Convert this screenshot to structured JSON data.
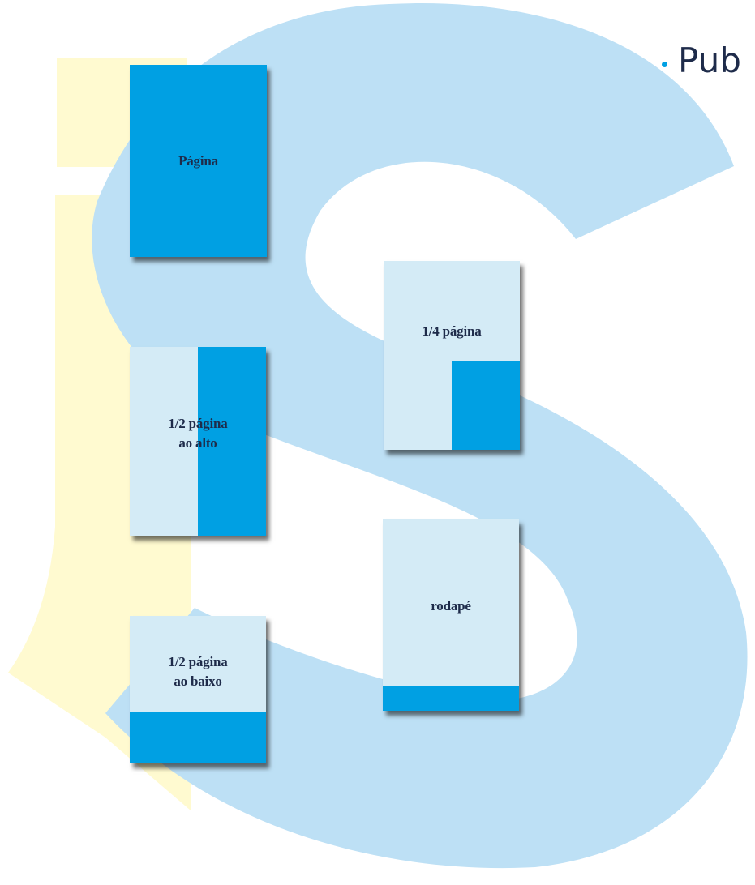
{
  "heading": {
    "text": "Pub"
  },
  "colors": {
    "dark_blue": "#00a0e3",
    "light_blue": "#d4ebf6",
    "watermark_blue": "#bde0f5",
    "watermark_yellow": "#fffad0",
    "text": "#1e2b4a"
  },
  "formats": [
    {
      "id": "pagina",
      "lines": [
        "Página"
      ]
    },
    {
      "id": "meia-alto",
      "lines": [
        "1/2 página",
        "ao alto"
      ]
    },
    {
      "id": "meia-baixo",
      "lines": [
        "1/2 página",
        "ao baixo"
      ]
    },
    {
      "id": "quarto",
      "lines": [
        "1/4 página"
      ]
    },
    {
      "id": "rodape",
      "lines": [
        "rodapé"
      ]
    }
  ]
}
